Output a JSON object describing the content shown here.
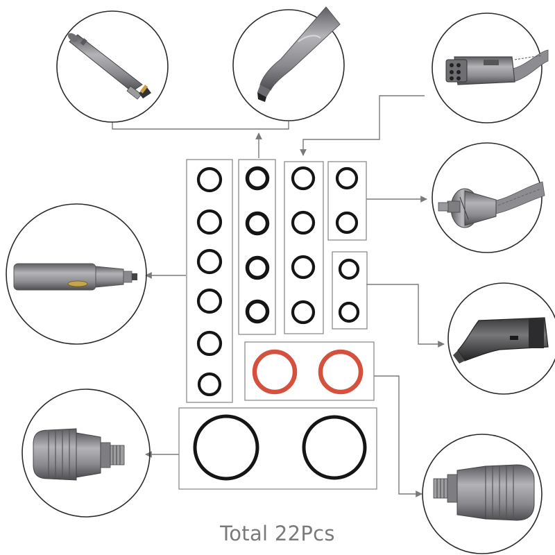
{
  "caption": "Total 22Pcs",
  "colors": {
    "oring_black": "#151515",
    "oring_red": "#d6503e",
    "lines": "#7a7a7a",
    "circle_border": "#2a2a2a",
    "metal": "#8d8d91"
  },
  "parts": [
    {
      "name": "steam-wand-nozzle-icon"
    },
    {
      "name": "angled-nozzle-icon"
    },
    {
      "name": "hose-connector-plug-icon"
    },
    {
      "name": "hose-end-connector-icon"
    },
    {
      "name": "extension-tube-icon"
    },
    {
      "name": "bent-tip-nozzle-icon"
    },
    {
      "name": "threaded-nozzle-left-icon"
    },
    {
      "name": "threaded-nozzle-right-icon"
    }
  ],
  "oring_groups": [
    {
      "name": "oring-column-1",
      "count": 6,
      "color": "black"
    },
    {
      "name": "oring-column-2",
      "count": 4,
      "color": "black"
    },
    {
      "name": "oring-column-3",
      "count": 4,
      "color": "black"
    },
    {
      "name": "oring-column-4-top",
      "count": 2,
      "color": "black"
    },
    {
      "name": "oring-column-4-bottom",
      "count": 2,
      "color": "black"
    },
    {
      "name": "oring-red-pair",
      "count": 2,
      "color": "red"
    },
    {
      "name": "oring-large-pair",
      "count": 2,
      "color": "black"
    }
  ]
}
